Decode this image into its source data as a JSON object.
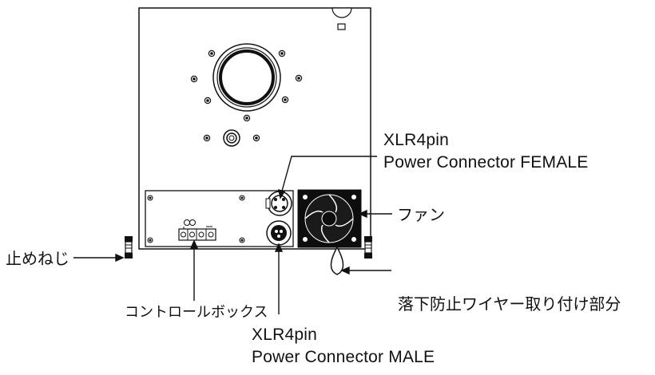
{
  "labels": {
    "female_name": "XLR4pin",
    "female_desc": "Power Connector  FEMALE",
    "male_name": "XLR4pin",
    "male_desc": "Power Connector  MALE",
    "fan": "ファン",
    "set_screw": "止めねじ",
    "control_box": "コントロールボックス",
    "safety_wire": "落下防止ワイヤー取り付け部分"
  },
  "colors": {
    "line": "#111111",
    "fill": "#ffffff",
    "fan_body": "#0d0d0d"
  }
}
